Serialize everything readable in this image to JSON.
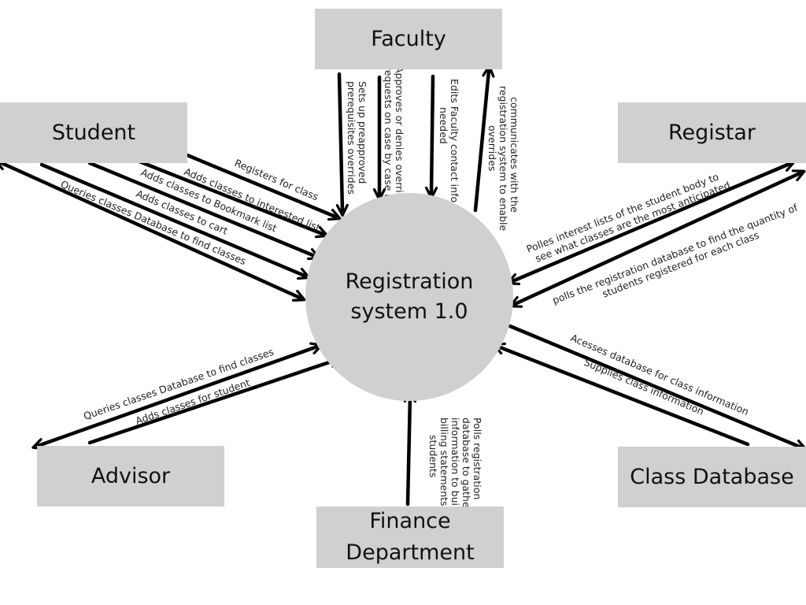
{
  "colors": {
    "box_fill": "#d0d0d0",
    "arrow": "#000000",
    "text": "#222222",
    "background": "#ffffff"
  },
  "hub": {
    "line1": "Registration",
    "line2": "system 1.0"
  },
  "entities": {
    "faculty": "Faculty",
    "student": "Student",
    "registar": "Registar",
    "advisor": "Advisor",
    "class_database": "Class Database",
    "finance_line1": "Finance",
    "finance_line2": "Department"
  },
  "flows": {
    "student": {
      "registers": "Registers for class",
      "interested": "Adds classes to interested list",
      "bookmark": "Adds classes to Bookmark list",
      "cart": "Adds classes to cart",
      "queries": "Queries classes Database to find classes"
    },
    "faculty": {
      "prereq_1": "Sets up preapproved",
      "prereq_2": "prerequisites overrides",
      "approves_1": "Approves or denies override",
      "approves_2": "requests on case by case basis",
      "edits_1": "Edits Faculty contact info as",
      "edits_2": "needed",
      "comm_1": "communicates with the",
      "comm_2": "registration system to enable",
      "comm_3": "overrides"
    },
    "registar": {
      "polles_1": "Polles interest lists of the student body to",
      "polles_2": "see what classes are the most anticipated",
      "polls_1": "polls the registration database to find the quantity of",
      "polls_2": "students registered for each class"
    },
    "advisor": {
      "queries": "Queries classes Database to find classes",
      "adds": "Adds classes for student"
    },
    "class_database": {
      "acesses": "Acesses database for class information",
      "supplies": "Supplies class information"
    },
    "finance": {
      "line_1": "Polls registration",
      "line_2": "database to gather",
      "line_3": "information to build",
      "line_4": "billing statements for",
      "line_5": "students"
    }
  }
}
